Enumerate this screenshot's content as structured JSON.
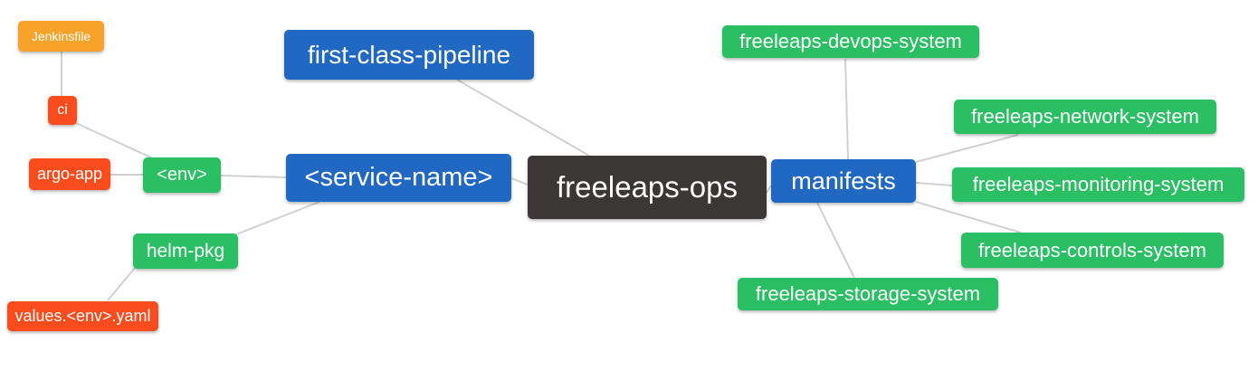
{
  "diagram": {
    "colors": {
      "amber": "#F7A229",
      "red": "#FB4C1E",
      "green": "#2ABF63",
      "blue": "#2168C2",
      "dark": "#3B3736",
      "edge_line": "#D0D0D0",
      "background": "#FFFFFF",
      "node_text": "#FFFFFF"
    },
    "nodes": [
      {
        "id": "jenkinsfile",
        "label": "Jenkinsfile",
        "color": "amber"
      },
      {
        "id": "ci",
        "label": "ci",
        "color": "red"
      },
      {
        "id": "argo-app",
        "label": "argo-app",
        "color": "red"
      },
      {
        "id": "env",
        "label": "<env>",
        "color": "green"
      },
      {
        "id": "first-class-pipeline",
        "label": "first-class-pipeline",
        "color": "blue"
      },
      {
        "id": "service-name",
        "label": "<service-name>",
        "color": "blue"
      },
      {
        "id": "helm-pkg",
        "label": "helm-pkg",
        "color": "green"
      },
      {
        "id": "values-env-yaml",
        "label": "values.<env>.yaml",
        "color": "red"
      },
      {
        "id": "freeleaps-ops",
        "label": "freeleaps-ops",
        "color": "dark"
      },
      {
        "id": "manifests",
        "label": "manifests",
        "color": "blue"
      },
      {
        "id": "devops-system",
        "label": "freeleaps-devops-system",
        "color": "green"
      },
      {
        "id": "network-system",
        "label": "freeleaps-network-system",
        "color": "green"
      },
      {
        "id": "monitoring-system",
        "label": "freeleaps-monitoring-system",
        "color": "green"
      },
      {
        "id": "controls-system",
        "label": "freeleaps-controls-system",
        "color": "green"
      },
      {
        "id": "storage-system",
        "label": "freeleaps-storage-system",
        "color": "green"
      }
    ],
    "edges": [
      {
        "from": "ci",
        "to": "jenkinsfile"
      },
      {
        "from": "env",
        "to": "ci"
      },
      {
        "from": "env",
        "to": "argo-app"
      },
      {
        "from": "service-name",
        "to": "env"
      },
      {
        "from": "service-name",
        "to": "helm-pkg"
      },
      {
        "from": "helm-pkg",
        "to": "values-env-yaml"
      },
      {
        "from": "freeleaps-ops",
        "to": "service-name"
      },
      {
        "from": "freeleaps-ops",
        "to": "first-class-pipeline"
      },
      {
        "from": "freeleaps-ops",
        "to": "manifests"
      },
      {
        "from": "manifests",
        "to": "devops-system"
      },
      {
        "from": "manifests",
        "to": "network-system"
      },
      {
        "from": "manifests",
        "to": "monitoring-system"
      },
      {
        "from": "manifests",
        "to": "controls-system"
      },
      {
        "from": "manifests",
        "to": "storage-system"
      }
    ]
  }
}
